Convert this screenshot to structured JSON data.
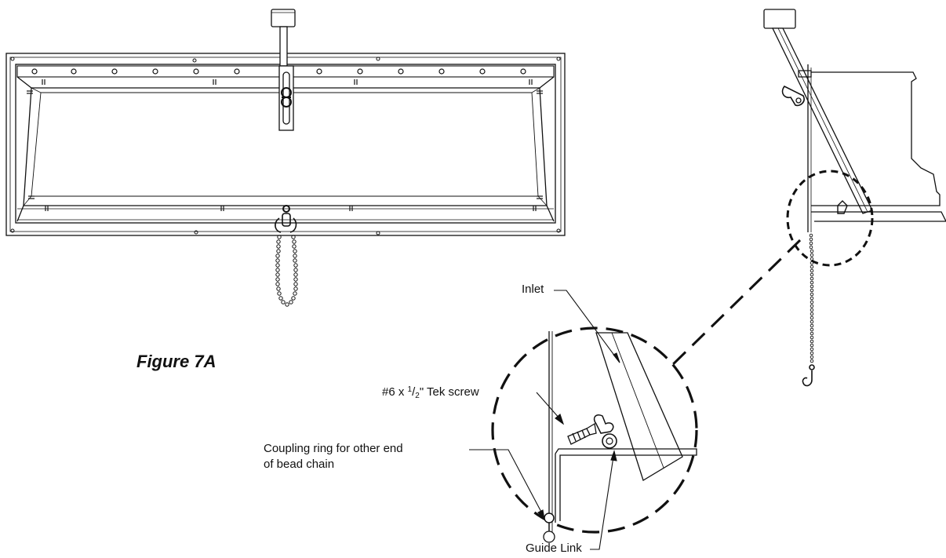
{
  "figure": {
    "title": "Figure 7A"
  },
  "labels": {
    "inlet": "Inlet",
    "screw_prefix": "#6 x ",
    "screw_num": "1",
    "screw_den": "2",
    "screw_suffix": "\" Tek screw",
    "coupling_line1": "Coupling ring for other end",
    "coupling_line2": "of bead chain",
    "guide_link": "Guide Link"
  },
  "colors": {
    "line": "#111111",
    "background": "#ffffff"
  }
}
